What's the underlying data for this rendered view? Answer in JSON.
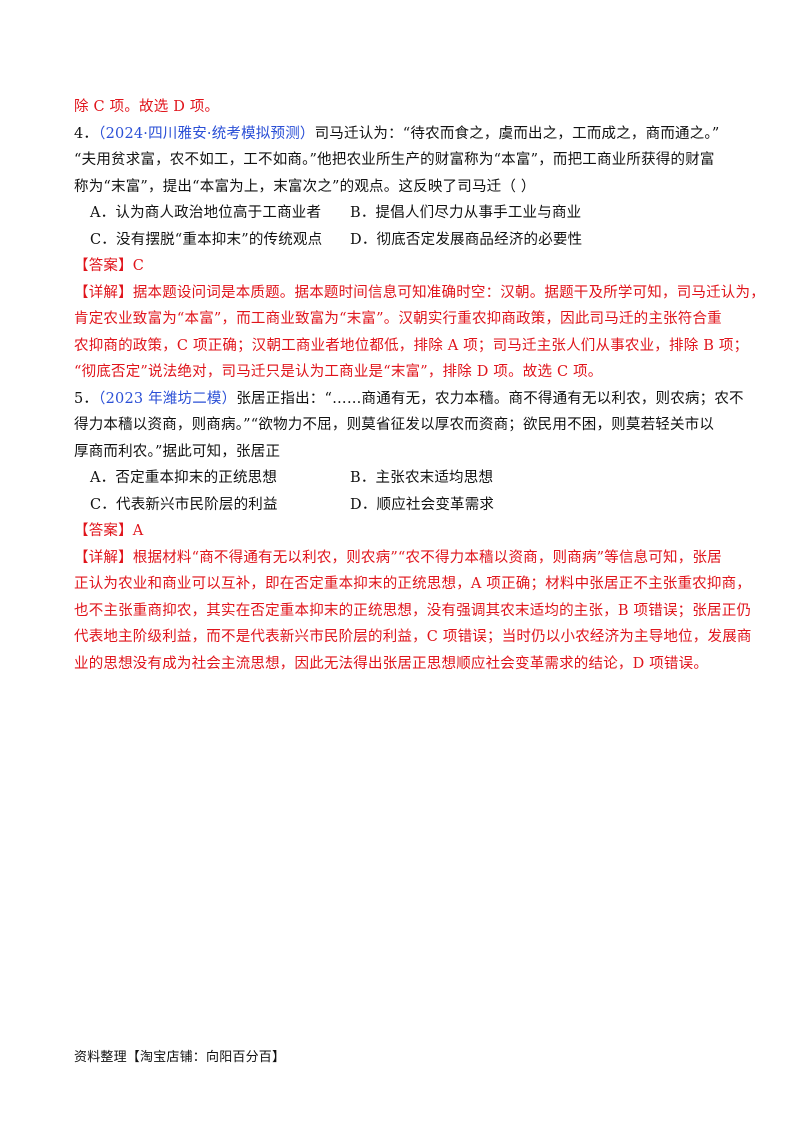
{
  "top_tail": "除 C 项。故选 D 项。",
  "q4": {
    "number": "4．",
    "source": "（2024·四川雅安·统考模拟预测）",
    "line1": "司马迁认为：“待农而食之，虞而出之，工而成之，商而通之。”",
    "line2": "“夫用贫求富，农不如工，工不如商。”他把农业所生产的财富称为“本富”，而把工商业所获得的财富",
    "line3": "称为“末富”，提出“本富为上，末富次之”的观点。这反映了司马迁（    ）",
    "options": {
      "A": "A．认为商人政治地位高于工商业者",
      "B": "B．提倡人们尽力从事手工业与商业",
      "C": "C．没有摆脱“重本抑末”的传统观点",
      "D": "D．彻底否定发展商品经济的必要性"
    },
    "answer": "【答案】C",
    "detail_label": "【详解】",
    "detail1": "据本题设问词是本质题。据本题时间信息可知准确时空：汉朝。据题干及所学可知，司马迁认为，",
    "detail2": "肯定农业致富为“本富”，而工商业致富为“末富”。汉朝实行重农抑商政策，因此司马迁的主张符合重",
    "detail3": "农抑商的政策，C 项正确；汉朝工商业者地位都低，排除 A 项；司马迁主张人们从事农业，排除 B 项；",
    "detail4": "“彻底否定”说法绝对，司马迁只是认为工商业是“末富”，排除 D 项。故选 C 项。"
  },
  "q5": {
    "number": "5．",
    "source": "（2023 年潍坊二模）",
    "line1": "张居正指出：“……商通有无，农力本穑。商不得通有无以利农，则农病；农不",
    "line2": "得力本穑以资商，则商病。”“欲物力不屈，则莫省征发以厚农而资商；欲民用不困，则莫若轻关市以",
    "line3": "厚商而利农。”据此可知，张居正",
    "options": {
      "A": "A．否定重本抑末的正统思想",
      "B": "B．主张农末适均思想",
      "C": "C．代表新兴市民阶层的利益",
      "D": "D．顺应社会变革需求"
    },
    "answer": "【答案】A",
    "detail_label": "【详解】",
    "detail1": "根据材料“商不得通有无以利农，则农病”“农不得力本穑以资商，则商病”等信息可知，张居",
    "detail2": "正认为农业和商业可以互补，即在否定重本抑末的正统思想，A 项正确；材料中张居正不主张重农抑商，",
    "detail3": "也不主张重商抑农，其实在否定重本抑末的正统思想，没有强调其农末适均的主张，B 项错误；张居正仍",
    "detail4": "代表地主阶级利益，而不是代表新兴市民阶层的利益，C 项错误；当时仍以小农经济为主导地位，发展商",
    "detail5": "业的思想没有成为社会主流思想，因此无法得出张居正思想顺应社会变革需求的结论，D 项错误。"
  },
  "footer": "资料整理【淘宝店铺：向阳百分百】"
}
